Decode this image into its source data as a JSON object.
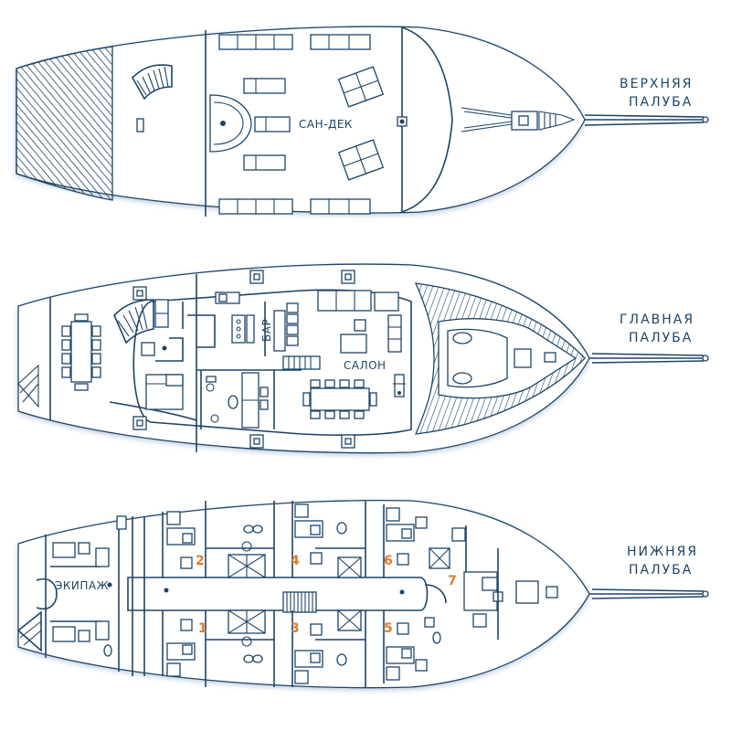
{
  "decks": {
    "upper": {
      "title_line1": "ВЕРХНЯЯ",
      "title_line2": "ПАЛУБА",
      "label": "САН-ДЕК"
    },
    "main": {
      "title_line1": "ГЛАВНАЯ",
      "title_line2": "ПАЛУБА",
      "label_bar": "БАР",
      "label_salon": "САЛОН"
    },
    "lower": {
      "title_line1": "НИЖНЯЯ",
      "title_line2": "ПАЛУБА",
      "label_crew": "ЭКИПАЖ",
      "cabins": [
        "1",
        "2",
        "3",
        "4",
        "5",
        "6",
        "7"
      ]
    }
  },
  "colors": {
    "line": "#1e4466",
    "cabin_number": "#e07a2a",
    "background": "#ffffff"
  }
}
